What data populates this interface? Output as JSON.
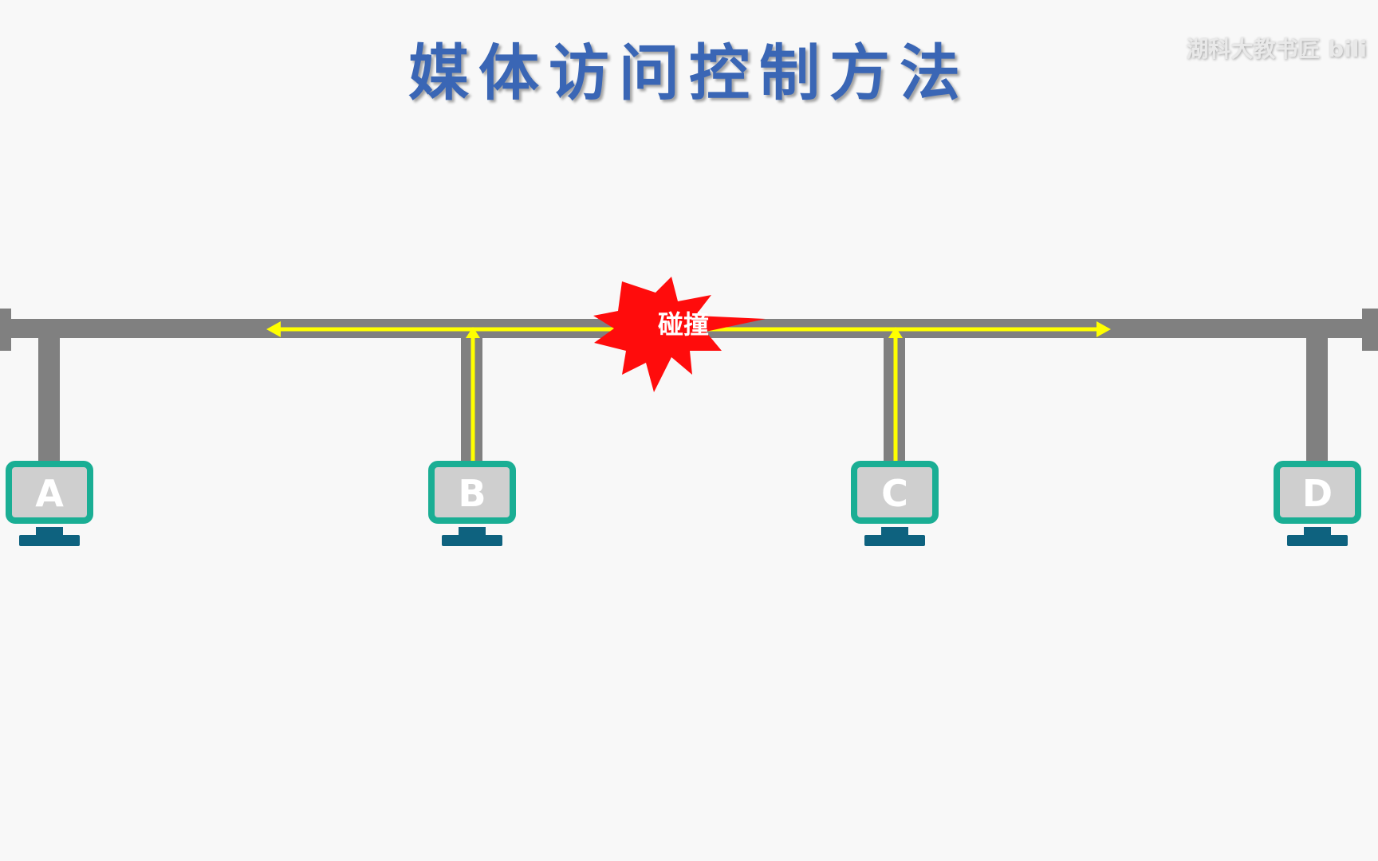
{
  "title": "媒体访问控制方法",
  "watermark": "湖科大教书匠 bili",
  "collision_label": "碰撞",
  "stations": [
    {
      "label": "A"
    },
    {
      "label": "B"
    },
    {
      "label": "C"
    },
    {
      "label": "D"
    }
  ],
  "colors": {
    "bus": "#808080",
    "signal": "#ffff00",
    "monitor_frame": "#1aae94",
    "monitor_screen": "#cfcfcf",
    "monitor_base": "#0e627f",
    "burst": "#ff0c0c",
    "title": "#3a66b5"
  }
}
